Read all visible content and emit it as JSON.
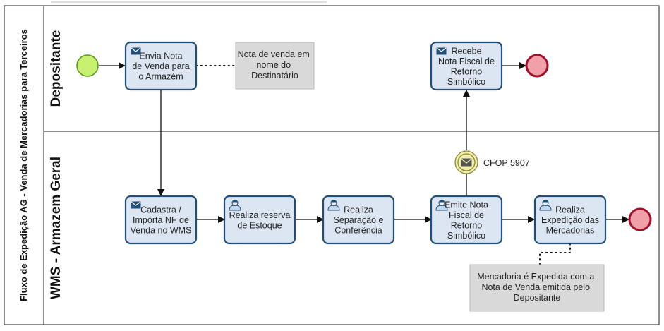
{
  "pool": {
    "title": "Fluxo de Expedição AG - Venda de Mercadorias para Terceiros"
  },
  "lanes": [
    {
      "id": "depositante",
      "title": "Depositante"
    },
    {
      "id": "wms",
      "title": "WMS - Armazem Geral"
    }
  ],
  "tasks": [
    {
      "id": "envia",
      "lines": [
        "Envia Nota",
        "de Venda para",
        "o Armazém"
      ],
      "icon": "envelope-icon"
    },
    {
      "id": "recebe",
      "lines": [
        "Recebe",
        "Nota Fiscal de",
        "Retorno",
        "Simbólico"
      ],
      "icon": "envelope-icon"
    },
    {
      "id": "cadastra",
      "lines": [
        "Cadastra /",
        "Importa NF de",
        "Venda no WMS"
      ],
      "icon": "envelope-icon"
    },
    {
      "id": "reserva",
      "lines": [
        "Realiza reserva",
        "de Estoque"
      ],
      "icon": "user-icon"
    },
    {
      "id": "separacao",
      "lines": [
        "Realiza",
        "Separação e",
        "Conferência"
      ],
      "icon": "user-icon"
    },
    {
      "id": "emite",
      "lines": [
        "Emite Nota",
        "Fiscal de",
        "Retorno",
        "Simbólico"
      ],
      "icon": "user-icon"
    },
    {
      "id": "expedicao",
      "lines": [
        "Realiza",
        "Expedição das",
        "Mercadorias"
      ],
      "icon": "user-icon"
    }
  ],
  "annotations": [
    {
      "id": "note-venda",
      "lines": [
        "Nota de venda em",
        "nome do",
        "Destinatário"
      ]
    },
    {
      "id": "note-mercadoria",
      "lines": [
        "Mercadoria é Expedida com a",
        "Nota de Venda emitida pelo",
        "Depositante"
      ]
    }
  ],
  "intermediate_event": {
    "label": "CFOP 5907",
    "icon": "envelope-icon"
  },
  "colors": {
    "task_fill": "#dce6f2",
    "task_stroke": "#1f4e79",
    "start_fill": "#c8f070",
    "start_stroke": "#5a9a1a",
    "end_fill": "#f0a0a8",
    "end_stroke": "#a0102a",
    "intermediate_fill": "#f2eeb0",
    "intermediate_stroke": "#8a8a30",
    "note_fill": "#d9d9d9"
  }
}
